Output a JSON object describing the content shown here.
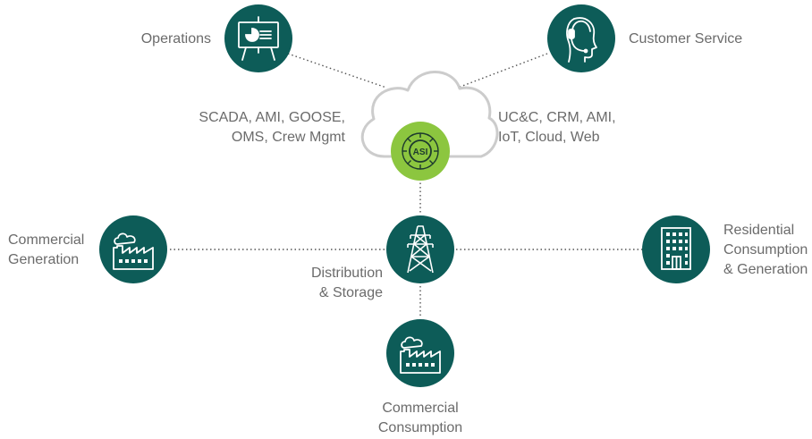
{
  "colors": {
    "node_fill": "#0d5c58",
    "hub_fill": "#8cc63f",
    "connector": "#555555",
    "cloud_outline": "#c8c8c8",
    "label_text": "#6b6b6b"
  },
  "nodes": {
    "operations": {
      "label": "Operations",
      "icon": "presentation-board-icon"
    },
    "customer_service": {
      "label": "Customer Service",
      "icon": "headset-icon"
    },
    "commercial_generation": {
      "label_line1": "Commercial",
      "label_line2": "Generation",
      "icon": "factory-icon"
    },
    "distribution": {
      "label_line1": "Distribution",
      "label_line2": "& Storage",
      "icon": "transmission-tower-icon"
    },
    "residential": {
      "label_line1": "Residential",
      "label_line2": "Consumption",
      "label_line3": "& Generation",
      "icon": "apartment-building-icon"
    },
    "commercial_consumption": {
      "label_line1": "Commercial",
      "label_line2": "Consumption",
      "icon": "factory-icon"
    }
  },
  "hub": {
    "badge": "ASI",
    "icon": "compass-badge-icon"
  },
  "protocols": {
    "left_line1": "SCADA, AMI, GOOSE,",
    "left_line2": "OMS, Crew Mgmt",
    "right_line1": "UC&C, CRM, AMI,",
    "right_line2": "IoT, Cloud, Web"
  }
}
